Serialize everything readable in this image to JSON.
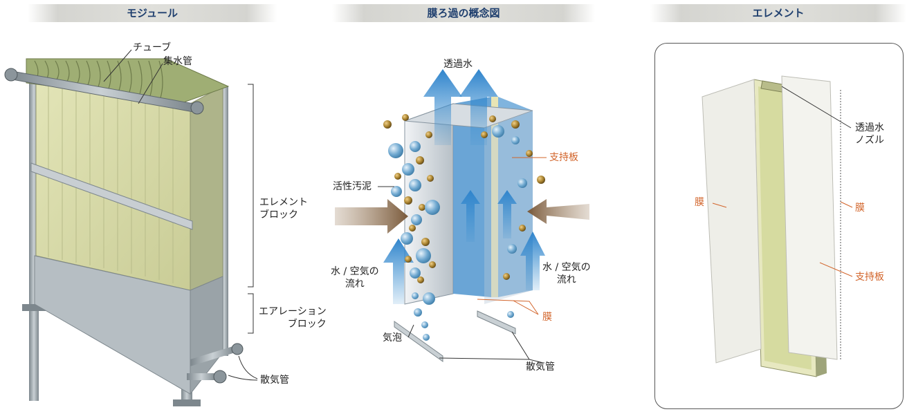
{
  "panels": {
    "module": {
      "title": "モジュール",
      "labels": {
        "tube": "チューブ",
        "header_pipe": "集水管",
        "element_block": "エレメント\nブロック",
        "aeration_block": "エアレーション\nブロック",
        "diffuser": "散気管"
      }
    },
    "concept": {
      "title": "膜ろ過の概念図",
      "labels": {
        "permeate": "透過水",
        "support_plate": "支持板",
        "activated_sludge": "活性汚泥",
        "flow_left": "水 / 空気の\n流れ",
        "flow_right": "水 / 空気の\n流れ",
        "bubbles": "気泡",
        "membrane": "膜",
        "diffuser": "散気管"
      }
    },
    "element": {
      "title": "エレメント",
      "labels": {
        "permeate_nozzle": "透過水\nノズル",
        "membrane_left": "膜",
        "membrane_right": "膜",
        "support_plate": "支持板"
      }
    }
  },
  "colors": {
    "title_text": "#1f3f6e",
    "label_text": "#222222",
    "accent_label": "#d2642a",
    "membrane_panel": "#d9dcaa",
    "steel": "#9aa3a8",
    "water_arrow": "#3a8fd0",
    "sludge_arrow": "#8a6a4a",
    "sludge_particle": "#a8822e",
    "air_bubble": "#6fa8d0"
  }
}
